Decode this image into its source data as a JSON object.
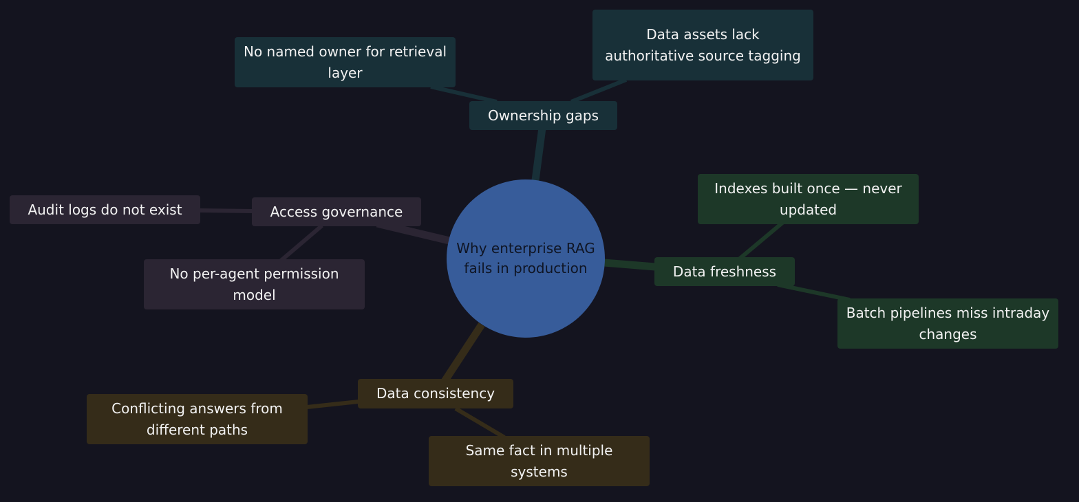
{
  "colors": {
    "background": "#14141f",
    "root": "#375c9a",
    "root_text": "#0f1524",
    "node_text": "#f2f2f2",
    "ownership": "#183038",
    "freshness": "#1d3828",
    "consistency": "#352c19",
    "access": "#2b2533"
  },
  "root": {
    "label": "Why enterprise RAG fails in production"
  },
  "branches": {
    "ownership": {
      "label": "Ownership gaps",
      "children": [
        "No named owner for retrieval layer",
        "Data assets lack authoritative source tagging"
      ]
    },
    "freshness": {
      "label": "Data freshness",
      "children": [
        "Indexes built once — never updated",
        "Batch pipelines miss intraday changes"
      ]
    },
    "consistency": {
      "label": "Data consistency",
      "children": [
        "Conflicting answers from different paths",
        "Same fact in multiple systems"
      ]
    },
    "access": {
      "label": "Access governance",
      "children": [
        "Audit logs do not exist",
        "No per-agent permission model"
      ]
    }
  }
}
